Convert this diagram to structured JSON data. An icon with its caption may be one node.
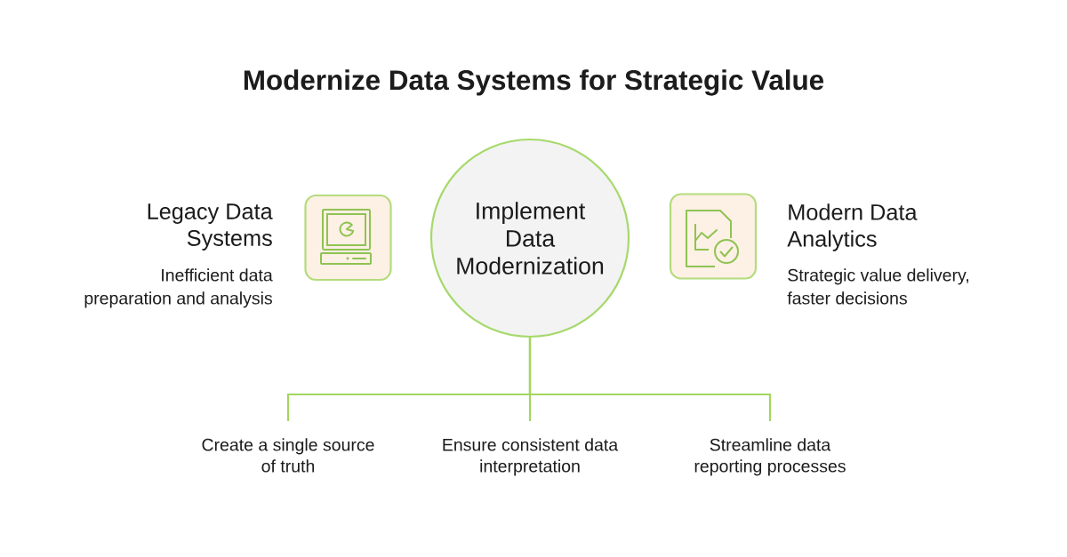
{
  "diagram": {
    "title": "Modernize Data Systems for Strategic Value",
    "nodes": [
      {
        "text": [
          "Legacy Data Systems",
          "Inefficient data preparation and analysis"
        ]
      },
      {
        "text": [
          "Implement Data Modernization"
        ]
      },
      {
        "text": [
          "Modern Data Analytics",
          "Strategic value delivery, faster decisions"
        ]
      },
      {
        "text": [
          "Create a single source of truth"
        ]
      },
      {
        "text": [
          "Ensure consistent data interpretation"
        ]
      },
      {
        "text": [
          "Streamline data reporting processes"
        ]
      }
    ],
    "edges": [
      {
        "from": 1,
        "to": 3,
        "arrow": "none"
      },
      {
        "from": 1,
        "to": 4,
        "arrow": "none"
      },
      {
        "from": 1,
        "to": 5,
        "arrow": "none"
      }
    ]
  }
}
